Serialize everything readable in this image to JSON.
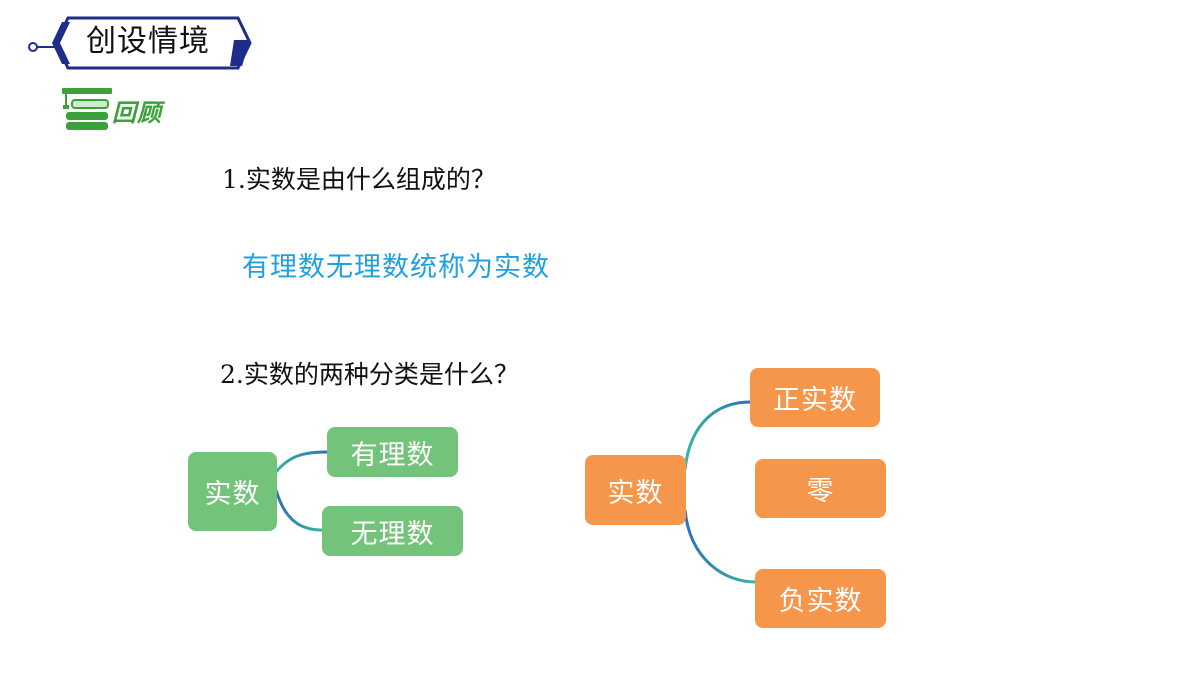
{
  "header": {
    "title": "创设情境",
    "accent_color": "#1f2d8a"
  },
  "review": {
    "label": "回顾",
    "color": "#3aa23a"
  },
  "questions": {
    "q1": "1.实数是由什么组成的？",
    "q1_answer": "有理数无理数统称为实数",
    "q2": "2.实数的两种分类是什么？"
  },
  "tree_left": {
    "root": "实数",
    "children": [
      "有理数",
      "无理数"
    ],
    "color": "#74c37a"
  },
  "tree_right": {
    "root": "实数",
    "children": [
      "正实数",
      "零",
      "负实数"
    ],
    "color": "#f5964a"
  }
}
